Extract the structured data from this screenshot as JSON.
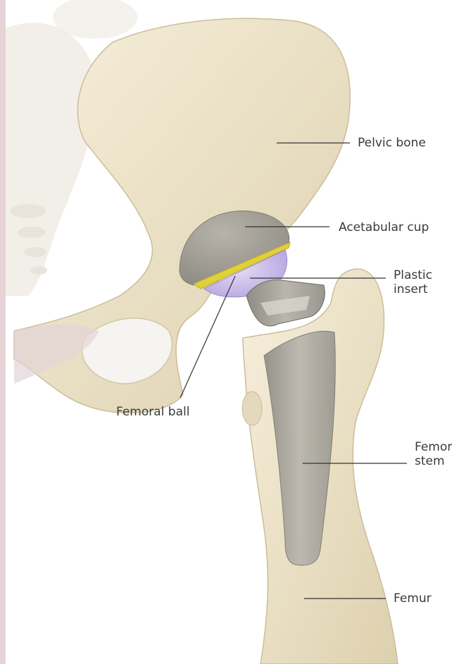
{
  "diagram": {
    "labels": {
      "pelvic_bone": "Pelvic bone",
      "acetabular_cup": "Acetabular cup",
      "plastic_insert": "Plastic\ninsert",
      "femoral_ball": "Femoral ball",
      "femoral_stem": "Femoral\nstem",
      "femur": "Femur"
    },
    "colors": {
      "bone": "#ede4cb",
      "bone_shadow": "#d7caa6",
      "metal": "#aeaba3",
      "insert": "#c7b8e8",
      "cup_liner": "#e1cf3c",
      "leader_line": "#333333",
      "accent_strip": "#e6d3d8"
    }
  }
}
